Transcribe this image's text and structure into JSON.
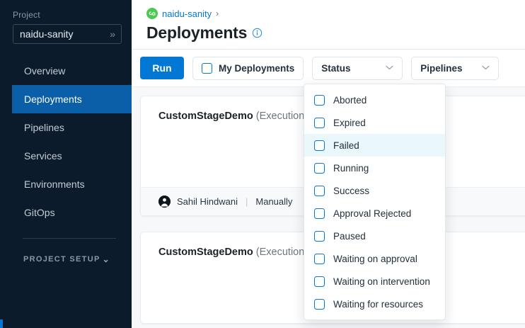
{
  "sidebar": {
    "project_label": "Project",
    "project_value": "naidu-sanity",
    "project_chevron": "»",
    "items": [
      {
        "label": "Overview",
        "active": false
      },
      {
        "label": "Deployments",
        "active": true
      },
      {
        "label": "Pipelines",
        "active": false
      },
      {
        "label": "Services",
        "active": false
      },
      {
        "label": "Environments",
        "active": false
      },
      {
        "label": "GitOps",
        "active": false
      }
    ],
    "section_label": "PROJECT SETUP",
    "section_chevron": "⌄",
    "bg_color": "#0b1b2b",
    "active_color": "#0b5fa8"
  },
  "header": {
    "breadcrumb_icon": "harness-logo-icon",
    "breadcrumb_link": "naidu-sanity",
    "breadcrumb_separator": "›",
    "title": "Deployments",
    "info_icon": "info-icon",
    "link_color": "#0278d4"
  },
  "toolbar": {
    "run_label": "Run",
    "my_deployments_label": "My Deployments",
    "my_deployments_checked": false,
    "status_label": "Status",
    "pipelines_label": "Pipelines",
    "chevron": "⌄",
    "accent_color": "#0278d4"
  },
  "status_dropdown": {
    "open": true,
    "highlighted": "Failed",
    "options": [
      {
        "label": "Aborted",
        "checked": false
      },
      {
        "label": "Expired",
        "checked": false
      },
      {
        "label": "Failed",
        "checked": false
      },
      {
        "label": "Running",
        "checked": false
      },
      {
        "label": "Success",
        "checked": false
      },
      {
        "label": "Approval Rejected",
        "checked": false
      },
      {
        "label": "Paused",
        "checked": false
      },
      {
        "label": "Waiting on approval",
        "checked": false
      },
      {
        "label": "Waiting on intervention",
        "checked": false
      },
      {
        "label": "Waiting for resources",
        "checked": false
      }
    ],
    "highlight_color": "#eaf7fb"
  },
  "executions": [
    {
      "name": "CustomStageDemo",
      "execution_id": "(Execution Id",
      "user": "Sahil Hindwani",
      "trigger": "Manually",
      "separator": "|"
    },
    {
      "name": "CustomStageDemo",
      "execution_id": "(Execution Id",
      "user": "",
      "trigger": "",
      "separator": ""
    }
  ]
}
